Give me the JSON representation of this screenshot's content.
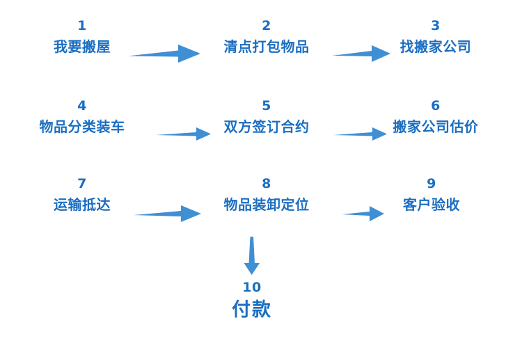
{
  "diagram": {
    "title_text_color": "#1b6ec2",
    "arrow_color": "#3f8fd4",
    "background_color": "#ffffff",
    "rows": [
      {
        "steps": [
          {
            "number": "1",
            "label": "我要搬屋"
          },
          {
            "number": "2",
            "label": "清点打包物品"
          },
          {
            "number": "3",
            "label": "找搬家公司"
          }
        ]
      },
      {
        "steps": [
          {
            "number": "4",
            "label": "物品分类装车"
          },
          {
            "number": "5",
            "label": "双方签订合约"
          },
          {
            "number": "6",
            "label": "搬家公司估价"
          }
        ]
      },
      {
        "steps": [
          {
            "number": "7",
            "label": "运输抵达"
          },
          {
            "number": "8",
            "label": "物品装卸定位"
          },
          {
            "number": "9",
            "label": "客户验收"
          }
        ]
      }
    ],
    "final_step": {
      "number": "10",
      "label": "付款"
    },
    "connectors": [
      {
        "name": "arrow-1-to-2",
        "direction": "right"
      },
      {
        "name": "arrow-2-to-3",
        "direction": "right"
      },
      {
        "name": "arrow-4-to-5",
        "direction": "right"
      },
      {
        "name": "arrow-5-to-6",
        "direction": "right"
      },
      {
        "name": "arrow-7-to-8",
        "direction": "right"
      },
      {
        "name": "arrow-8-to-9",
        "direction": "right"
      },
      {
        "name": "arrow-8-to-10",
        "direction": "down"
      }
    ]
  }
}
